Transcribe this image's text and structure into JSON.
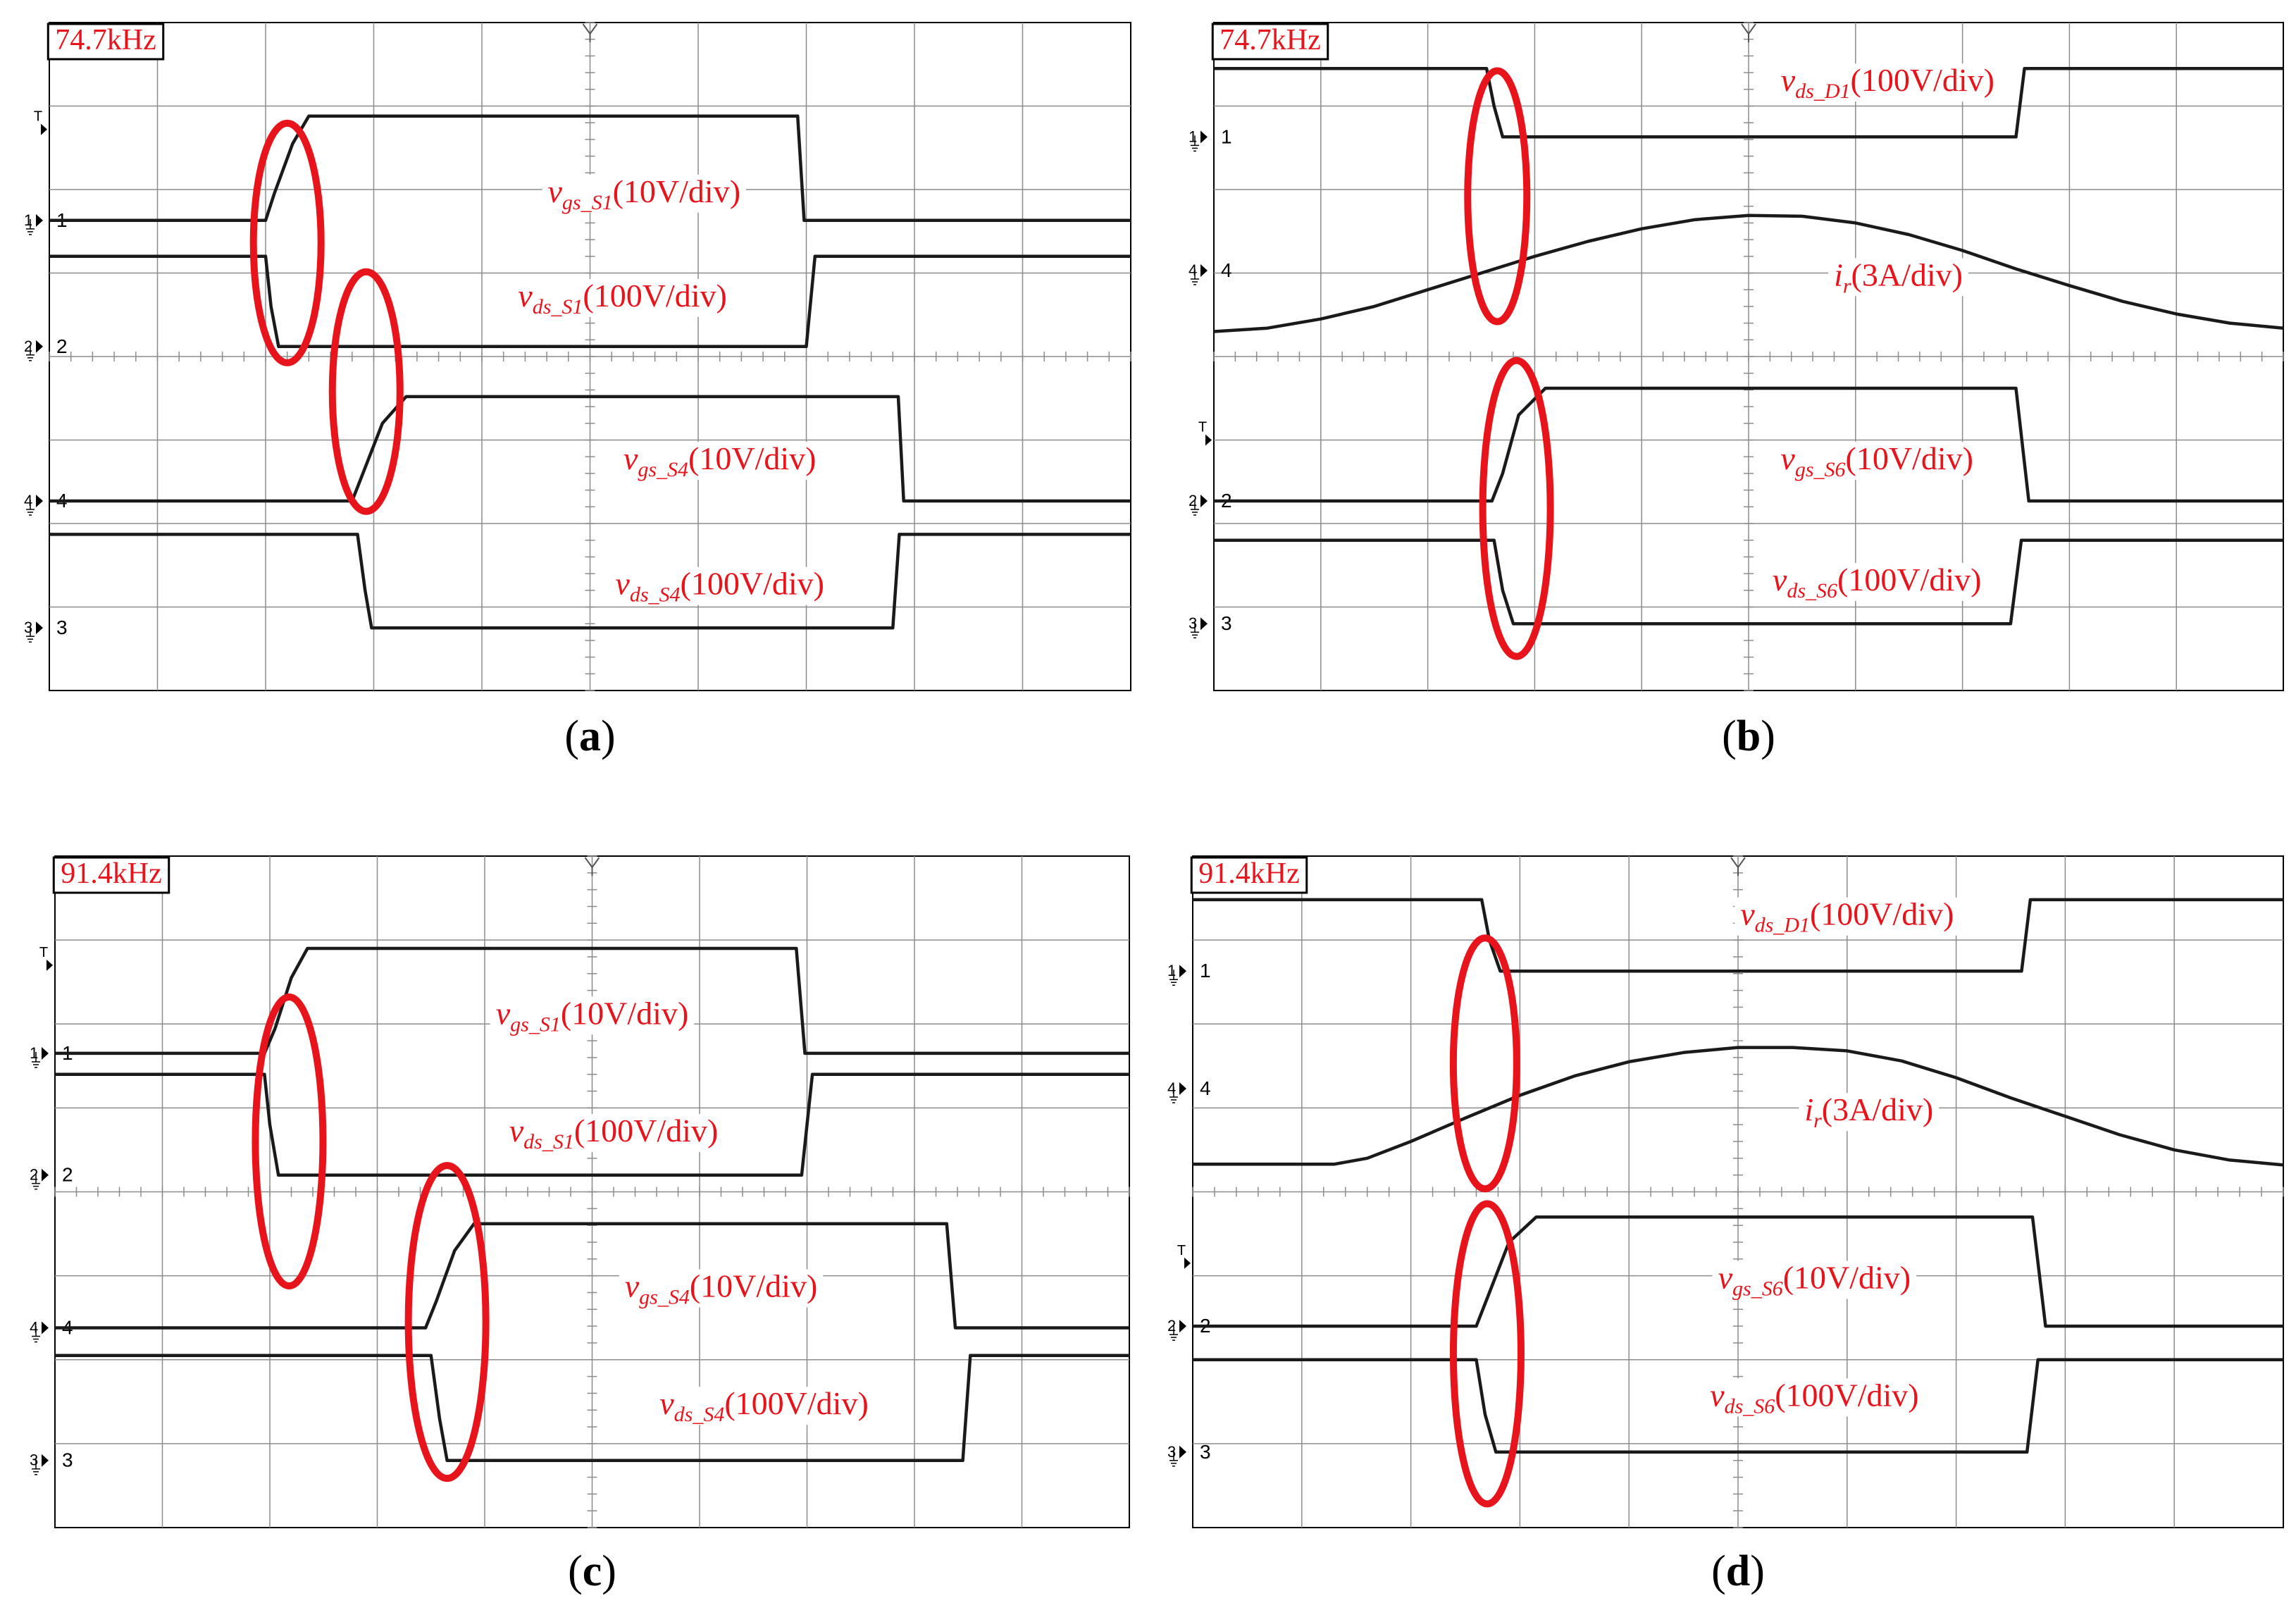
{
  "colors": {
    "trace": "#1a1a1a",
    "grid": "#8c8c8c",
    "annotation": "#e8141b",
    "frame": "#000000"
  },
  "chart_data": [
    {
      "type": "line",
      "panel_label": "(a)",
      "frequency_box": "74.7kHz",
      "grid": true,
      "divisions": {
        "x": 10,
        "y": 8
      },
      "xlim": [
        0,
        10
      ],
      "ylim": [
        0,
        8
      ],
      "channels": [
        {
          "tag": "1",
          "ground_level": 5.63
        },
        {
          "tag": "2",
          "ground_level": 4.12
        },
        {
          "tag": "4",
          "ground_level": 2.27
        },
        {
          "tag": "3",
          "ground_level": 0.75
        }
      ],
      "trigger_level": 6.72,
      "series": [
        {
          "label_main": "v",
          "label_sub": "gs_S1",
          "label_unit": "(10V/div)",
          "label_at": [
            5.5,
            5.85
          ],
          "x": [
            0,
            2.0,
            2.08,
            2.25,
            2.4,
            6.92,
            6.98,
            10
          ],
          "y": [
            5.63,
            5.63,
            5.95,
            6.55,
            6.88,
            6.88,
            5.63,
            5.63
          ]
        },
        {
          "label_main": "v",
          "label_sub": "ds_S1",
          "label_unit": "(100V/div)",
          "label_at": [
            5.3,
            4.6
          ],
          "x": [
            0,
            2.0,
            2.05,
            2.12,
            7.0,
            7.08,
            10
          ],
          "y": [
            5.2,
            5.2,
            4.6,
            4.12,
            4.12,
            5.2,
            5.2
          ]
        },
        {
          "label_main": "v",
          "label_sub": "gs_S4",
          "label_unit": "(10V/div)",
          "label_at": [
            6.2,
            2.65
          ],
          "x": [
            0,
            2.8,
            2.9,
            3.08,
            3.3,
            7.85,
            7.9,
            10
          ],
          "y": [
            2.27,
            2.27,
            2.6,
            3.2,
            3.52,
            3.52,
            2.27,
            2.27
          ]
        },
        {
          "label_main": "v",
          "label_sub": "ds_S4",
          "label_unit": "(100V/div)",
          "label_at": [
            6.2,
            1.15
          ],
          "x": [
            0,
            2.85,
            2.92,
            2.98,
            7.8,
            7.86,
            10
          ],
          "y": [
            1.87,
            1.87,
            1.2,
            0.75,
            0.75,
            1.87,
            1.87
          ]
        }
      ]
    },
    {
      "type": "line",
      "panel_label": "(b)",
      "frequency_box": "74.7kHz",
      "grid": true,
      "divisions": {
        "x": 10,
        "y": 8
      },
      "xlim": [
        0,
        10
      ],
      "ylim": [
        0,
        8
      ],
      "channels": [
        {
          "tag": "1",
          "ground_level": 6.63
        },
        {
          "tag": "4",
          "ground_level": 5.03
        },
        {
          "tag": "2",
          "ground_level": 2.27
        },
        {
          "tag": "3",
          "ground_level": 0.8
        }
      ],
      "trigger_level": 3.0,
      "series": [
        {
          "label_main": "v",
          "label_sub": "ds_D1",
          "label_unit": "(100V/div)",
          "label_at": [
            6.3,
            7.18
          ],
          "x": [
            0,
            2.55,
            2.62,
            2.7,
            7.5,
            7.58,
            10
          ],
          "y": [
            7.45,
            7.45,
            7.0,
            6.63,
            6.63,
            7.45,
            7.45
          ]
        },
        {
          "label_main": "i",
          "label_sub": "r",
          "label_unit": "(3A/div)",
          "label_at": [
            6.4,
            4.85
          ],
          "x": [
            0,
            0.5,
            1,
            1.5,
            2,
            2.5,
            3,
            3.5,
            4,
            4.5,
            5,
            5.5,
            6,
            6.5,
            7,
            7.5,
            8,
            8.5,
            9,
            9.5,
            10
          ],
          "y": [
            4.3,
            4.34,
            4.45,
            4.6,
            4.8,
            5.0,
            5.2,
            5.38,
            5.53,
            5.64,
            5.69,
            5.68,
            5.6,
            5.46,
            5.27,
            5.05,
            4.85,
            4.66,
            4.51,
            4.4,
            4.34
          ]
        },
        {
          "label_main": "v",
          "label_sub": "gs_S6",
          "label_unit": "(10V/div)",
          "label_at": [
            6.2,
            2.65
          ],
          "x": [
            0,
            2.6,
            2.7,
            2.85,
            3.1,
            7.5,
            7.62,
            10
          ],
          "y": [
            2.27,
            2.27,
            2.6,
            3.3,
            3.62,
            3.62,
            2.27,
            2.27
          ]
        },
        {
          "label_main": "v",
          "label_sub": "ds_S6",
          "label_unit": "(100V/div)",
          "label_at": [
            6.2,
            1.2
          ],
          "x": [
            0,
            2.62,
            2.7,
            2.8,
            7.45,
            7.55,
            10
          ],
          "y": [
            1.8,
            1.8,
            1.2,
            0.8,
            0.8,
            1.8,
            1.8
          ]
        }
      ]
    },
    {
      "type": "line",
      "panel_label": "(c)",
      "frequency_box": "91.4kHz",
      "grid": true,
      "divisions": {
        "x": 10,
        "y": 8
      },
      "xlim": [
        0,
        10
      ],
      "ylim": [
        0,
        8
      ],
      "channels": [
        {
          "tag": "1",
          "ground_level": 5.65
        },
        {
          "tag": "2",
          "ground_level": 4.2
        },
        {
          "tag": "4",
          "ground_level": 2.38
        },
        {
          "tag": "3",
          "ground_level": 0.8
        }
      ],
      "trigger_level": 6.7,
      "series": [
        {
          "label_main": "v",
          "label_sub": "gs_S1",
          "label_unit": "(10V/div)",
          "label_at": [
            5.0,
            6.0
          ],
          "x": [
            0,
            1.95,
            2.05,
            2.2,
            2.35,
            6.9,
            6.98,
            10
          ],
          "y": [
            5.65,
            5.65,
            5.95,
            6.55,
            6.9,
            6.9,
            5.65,
            5.65
          ]
        },
        {
          "label_main": "v",
          "label_sub": "ds_S1",
          "label_unit": "(100V/div)",
          "label_at": [
            5.2,
            4.6
          ],
          "x": [
            0,
            1.95,
            2.0,
            2.08,
            6.95,
            7.05,
            10
          ],
          "y": [
            5.4,
            5.4,
            4.8,
            4.2,
            4.2,
            5.4,
            5.4
          ]
        },
        {
          "label_main": "v",
          "label_sub": "gs_S4",
          "label_unit": "(10V/div)",
          "label_at": [
            6.2,
            2.75
          ],
          "x": [
            0,
            3.45,
            3.55,
            3.72,
            3.9,
            8.3,
            8.38,
            10
          ],
          "y": [
            2.38,
            2.38,
            2.7,
            3.3,
            3.62,
            3.62,
            2.38,
            2.38
          ]
        },
        {
          "label_main": "v",
          "label_sub": "ds_S4",
          "label_unit": "(100V/div)",
          "label_at": [
            6.6,
            1.35
          ],
          "x": [
            0,
            3.5,
            3.58,
            3.65,
            8.45,
            8.52,
            10
          ],
          "y": [
            2.05,
            2.05,
            1.3,
            0.8,
            0.8,
            2.05,
            2.05
          ]
        }
      ]
    },
    {
      "type": "line",
      "panel_label": "(d)",
      "frequency_box": "91.4kHz",
      "grid": true,
      "divisions": {
        "x": 10,
        "y": 8
      },
      "xlim": [
        0,
        10
      ],
      "ylim": [
        0,
        8
      ],
      "channels": [
        {
          "tag": "1",
          "ground_level": 6.63
        },
        {
          "tag": "4",
          "ground_level": 5.23
        },
        {
          "tag": "2",
          "ground_level": 2.4
        },
        {
          "tag": "3",
          "ground_level": 0.9
        }
      ],
      "trigger_level": 3.15,
      "series": [
        {
          "label_main": "v",
          "label_sub": "ds_D1",
          "label_unit": "(100V/div)",
          "label_at": [
            6.0,
            7.18
          ],
          "x": [
            0,
            2.65,
            2.72,
            2.82,
            7.6,
            7.68,
            10
          ],
          "y": [
            7.48,
            7.48,
            7.0,
            6.63,
            6.63,
            7.48,
            7.48
          ]
        },
        {
          "label_main": "i",
          "label_sub": "r",
          "label_unit": "(3A/div)",
          "label_at": [
            6.2,
            4.85
          ],
          "x": [
            0,
            1.3,
            1.6,
            2,
            2.5,
            3,
            3.5,
            4,
            4.5,
            5,
            5.5,
            6,
            6.5,
            7,
            7.5,
            8,
            8.5,
            9,
            9.5,
            10
          ],
          "y": [
            4.33,
            4.33,
            4.4,
            4.6,
            4.88,
            5.15,
            5.38,
            5.55,
            5.66,
            5.72,
            5.72,
            5.68,
            5.56,
            5.36,
            5.12,
            4.9,
            4.68,
            4.5,
            4.38,
            4.32
          ]
        },
        {
          "label_main": "v",
          "label_sub": "gs_S6",
          "label_unit": "(10V/div)",
          "label_at": [
            5.7,
            2.85
          ],
          "x": [
            0,
            2.6,
            2.72,
            2.9,
            3.15,
            7.7,
            7.82,
            10
          ],
          "y": [
            2.4,
            2.4,
            2.8,
            3.4,
            3.7,
            3.7,
            2.4,
            2.4
          ]
        },
        {
          "label_main": "v",
          "label_sub": "ds_S6",
          "label_unit": "(100V/div)",
          "label_at": [
            5.7,
            1.45
          ],
          "x": [
            0,
            2.6,
            2.68,
            2.78,
            7.65,
            7.75,
            10
          ],
          "y": [
            2.0,
            2.0,
            1.35,
            0.9,
            0.9,
            2.0,
            2.0
          ]
        }
      ]
    }
  ]
}
